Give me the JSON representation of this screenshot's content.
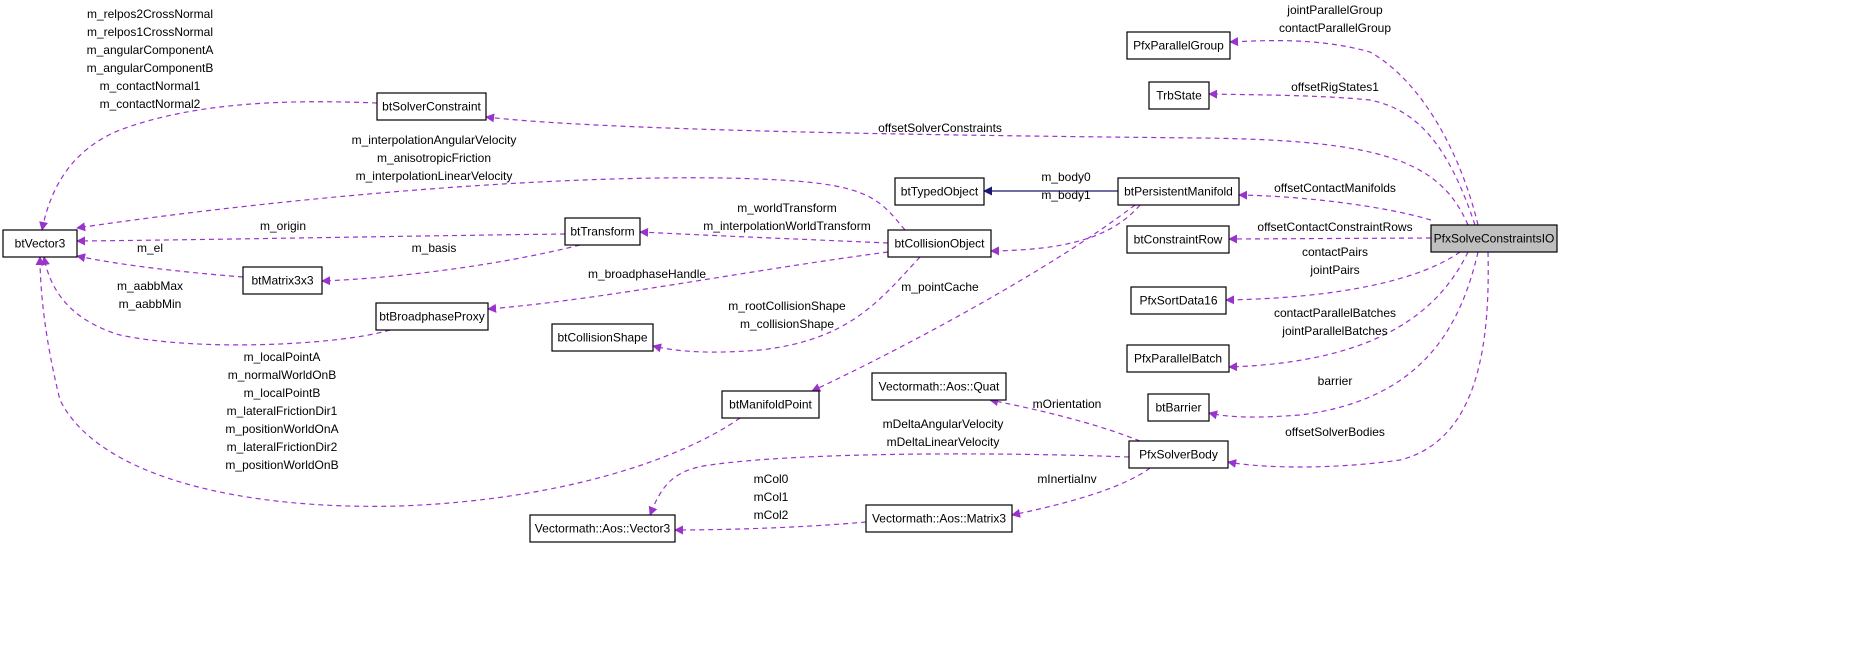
{
  "colors": {
    "uses": "#9a32cd",
    "inherits": "#191970",
    "highlight_fill": "#bfbfbf"
  },
  "nodes": [
    {
      "id": "PfxSolveConstraintsIO",
      "label": "PfxSolveConstraintsIO",
      "highlight": true
    },
    {
      "id": "PfxParallelGroup",
      "label": "PfxParallelGroup"
    },
    {
      "id": "TrbState",
      "label": "TrbState"
    },
    {
      "id": "btPersistentManifold",
      "label": "btPersistentManifold"
    },
    {
      "id": "btConstraintRow",
      "label": "btConstraintRow"
    },
    {
      "id": "PfxSortData16",
      "label": "PfxSortData16"
    },
    {
      "id": "PfxParallelBatch",
      "label": "PfxParallelBatch"
    },
    {
      "id": "btBarrier",
      "label": "btBarrier"
    },
    {
      "id": "PfxSolverBody",
      "label": "PfxSolverBody"
    },
    {
      "id": "btSolverConstraint",
      "label": "btSolverConstraint"
    },
    {
      "id": "btVector3",
      "label": "btVector3"
    },
    {
      "id": "btTypedObject",
      "label": "btTypedObject"
    },
    {
      "id": "btCollisionObject",
      "label": "btCollisionObject"
    },
    {
      "id": "btTransform",
      "label": "btTransform"
    },
    {
      "id": "btMatrix3x3",
      "label": "btMatrix3x3"
    },
    {
      "id": "btBroadphaseProxy",
      "label": "btBroadphaseProxy"
    },
    {
      "id": "btCollisionShape",
      "label": "btCollisionShape"
    },
    {
      "id": "btManifoldPoint",
      "label": "btManifoldPoint"
    },
    {
      "id": "VecQuat",
      "label": "Vectormath::Aos::Quat"
    },
    {
      "id": "VecVector3",
      "label": "Vectormath::Aos::Vector3"
    },
    {
      "id": "VecMatrix3",
      "label": "Vectormath::Aos::Matrix3"
    }
  ],
  "edges": [
    {
      "from": "PfxSolveConstraintsIO",
      "to": "PfxParallelGroup",
      "labels": [
        "jointParallelGroup",
        "contactParallelGroup"
      ]
    },
    {
      "from": "PfxSolveConstraintsIO",
      "to": "TrbState",
      "labels": [
        "offsetRigStates1"
      ]
    },
    {
      "from": "PfxSolveConstraintsIO",
      "to": "btSolverConstraint",
      "labels": [
        "offsetSolverConstraints"
      ]
    },
    {
      "from": "PfxSolveConstraintsIO",
      "to": "btPersistentManifold",
      "labels": [
        "offsetContactManifolds"
      ]
    },
    {
      "from": "PfxSolveConstraintsIO",
      "to": "btConstraintRow",
      "labels": [
        "offsetContactConstraintRows"
      ]
    },
    {
      "from": "PfxSolveConstraintsIO",
      "to": "PfxSortData16",
      "labels": [
        "contactPairs",
        "jointPairs"
      ]
    },
    {
      "from": "PfxSolveConstraintsIO",
      "to": "PfxParallelBatch",
      "labels": [
        "contactParallelBatches",
        "jointParallelBatches"
      ]
    },
    {
      "from": "PfxSolveConstraintsIO",
      "to": "btBarrier",
      "labels": [
        "barrier"
      ]
    },
    {
      "from": "PfxSolveConstraintsIO",
      "to": "PfxSolverBody",
      "labels": [
        "offsetSolverBodies"
      ]
    },
    {
      "from": "btPersistentManifold",
      "to": "btTypedObject",
      "labels": [],
      "kind": "inherits"
    },
    {
      "from": "btPersistentManifold",
      "to": "btCollisionObject",
      "labels": [
        "m_body0",
        "m_body1"
      ]
    },
    {
      "from": "btPersistentManifold",
      "to": "btManifoldPoint",
      "labels": [
        "m_pointCache"
      ]
    },
    {
      "from": "btSolverConstraint",
      "to": "btVector3",
      "labels": [
        "m_relpos2CrossNormal",
        "m_relpos1CrossNormal",
        "m_angularComponentA",
        "m_angularComponentB",
        "m_contactNormal1",
        "m_contactNormal2"
      ]
    },
    {
      "from": "btCollisionObject",
      "to": "btVector3",
      "labels": [
        "m_interpolationAngularVelocity",
        "m_anisotropicFriction",
        "m_interpolationLinearVelocity"
      ]
    },
    {
      "from": "btCollisionObject",
      "to": "btTransform",
      "labels": [
        "m_worldTransform",
        "m_interpolationWorldTransform"
      ]
    },
    {
      "from": "btCollisionObject",
      "to": "btBroadphaseProxy",
      "labels": [
        "m_broadphaseHandle"
      ]
    },
    {
      "from": "btCollisionObject",
      "to": "btCollisionShape",
      "labels": [
        "m_rootCollisionShape",
        "m_collisionShape"
      ]
    },
    {
      "from": "btTransform",
      "to": "btVector3",
      "labels": [
        "m_origin"
      ]
    },
    {
      "from": "btTransform",
      "to": "btMatrix3x3",
      "labels": [
        "m_basis"
      ]
    },
    {
      "from": "btMatrix3x3",
      "to": "btVector3",
      "labels": [
        "m_el"
      ]
    },
    {
      "from": "btBroadphaseProxy",
      "to": "btVector3",
      "labels": [
        "m_aabbMax",
        "m_aabbMin"
      ]
    },
    {
      "from": "btManifoldPoint",
      "to": "btVector3",
      "labels": [
        "m_localPointA",
        "m_normalWorldOnB",
        "m_localPointB",
        "m_lateralFrictionDir1",
        "m_positionWorldOnA",
        "m_lateralFrictionDir2",
        "m_positionWorldOnB"
      ]
    },
    {
      "from": "PfxSolverBody",
      "to": "VecQuat",
      "labels": [
        "mOrientation"
      ]
    },
    {
      "from": "PfxSolverBody",
      "to": "VecVector3",
      "labels": [
        "mDeltaAngularVelocity",
        "mDeltaLinearVelocity"
      ]
    },
    {
      "from": "PfxSolverBody",
      "to": "VecMatrix3",
      "labels": [
        "mInertiaInv"
      ]
    },
    {
      "from": "VecMatrix3",
      "to": "VecVector3",
      "labels": [
        "mCol0",
        "mCol1",
        "mCol2"
      ]
    }
  ]
}
